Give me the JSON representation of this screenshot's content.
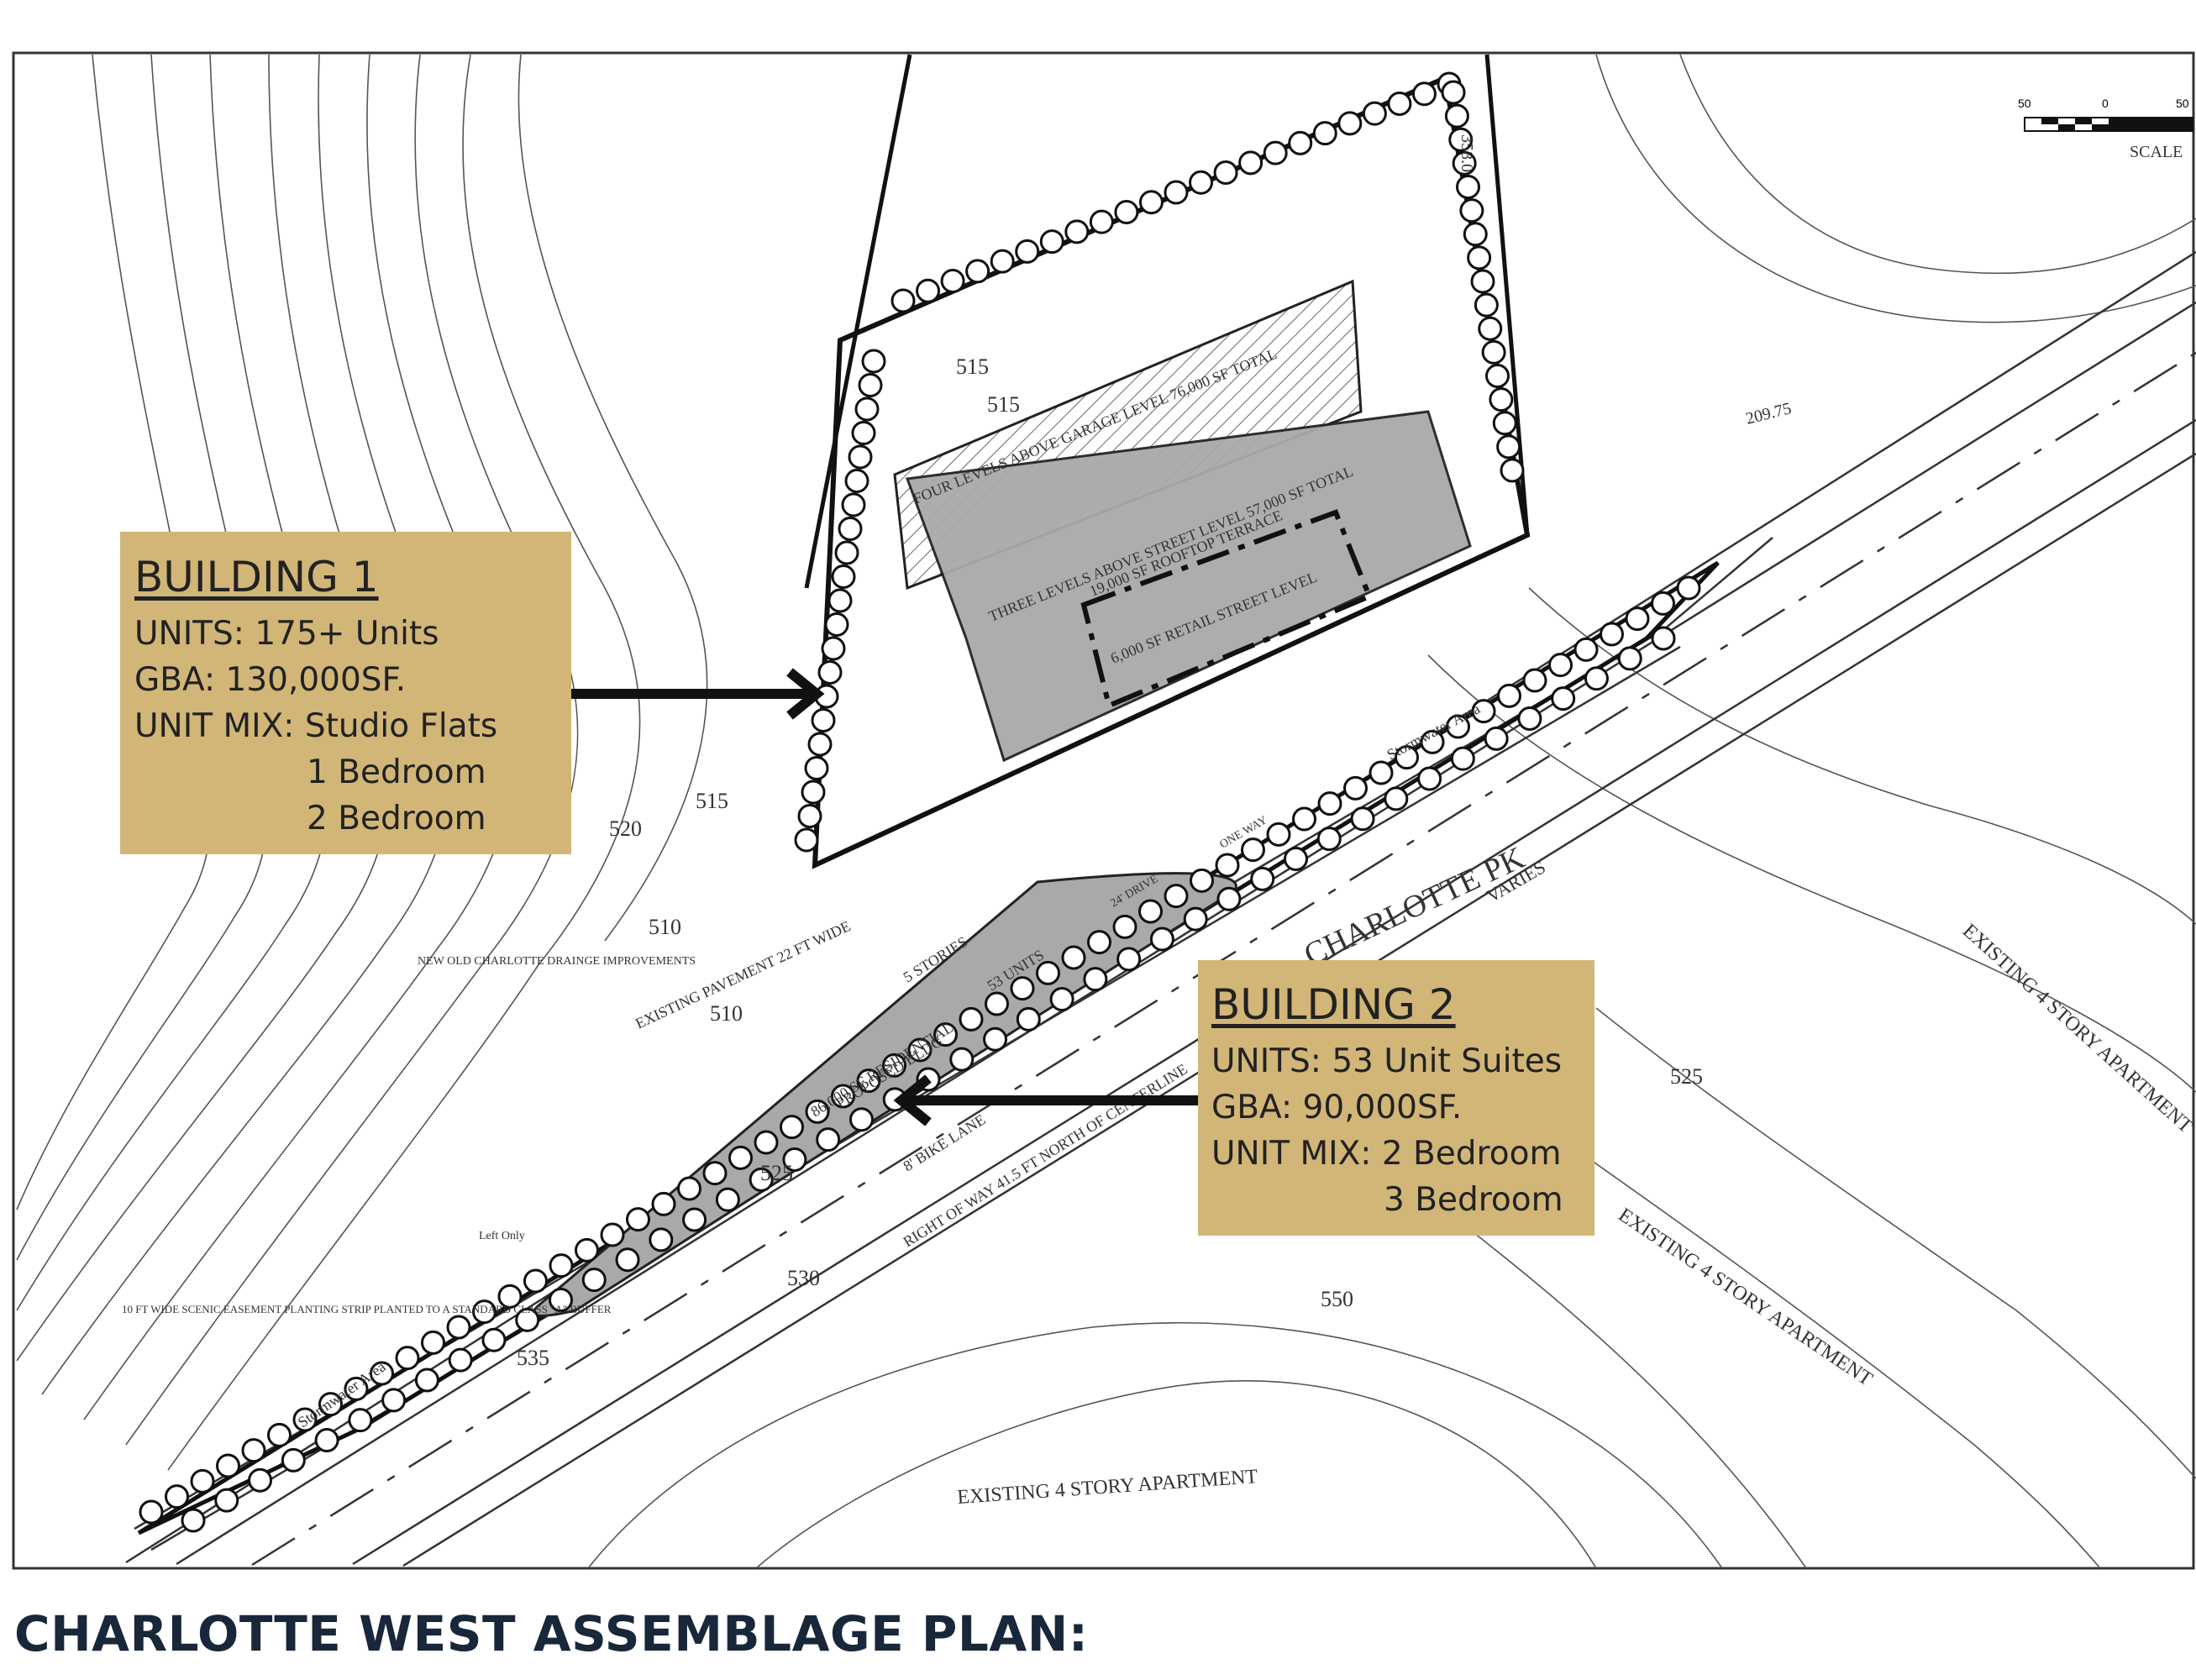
{
  "page_title": "CHARLOTTE WEST ASSEMBLAGE PLAN:",
  "buildings": [
    {
      "title": "BUILDING 1",
      "units": "UNITS: 175+ Units",
      "gba": "GBA: 130,000SF.",
      "unit_mix": [
        "UNIT MIX: Studio Flats",
        "1 Bedroom",
        "2 Bedroom"
      ]
    },
    {
      "title": "BUILDING 2",
      "units": "UNITS: 53 Unit Suites",
      "gba": "GBA: 90,000SF.",
      "unit_mix": [
        "UNIT MIX: 2 Bedroom",
        "3 Bedroom"
      ]
    }
  ],
  "plan_labels": {
    "garage_levels": "FOUR LEVELS ABOVE GARAGE LEVEL 76,000 SF TOTAL",
    "street_levels": "THREE LEVELS ABOVE STREET LEVEL 57,000 SF TOTAL",
    "rooftop": "19,000 SF ROOFTOP TERRACE",
    "retail": "6,000 SF RETAIL STREET LEVEL",
    "proposed_bldg": "PROPOSED BLDG",
    "residential": "86,000 SF RESIDENTIAL",
    "stories": "5 STORIES",
    "units": "53 UNITS",
    "existing_pavement": "EXISTING PAVEMENT 22 FT WIDE",
    "right_of_way": "RIGHT OF WAY 41.5 FT NORTH OF CENTERLINE",
    "bike_lane": "8' BIKE LANE",
    "road": "CHARLOTTE PK",
    "varies": "VARIES",
    "stormwater": "Stormwater Area",
    "stormwater_2": "Stormwater Area",
    "one_way": "ONE WAY",
    "drive": "24' DRIVE",
    "left_only": "Left Only",
    "drainage": "NEW OLD CHARLOTTE DRAINGE IMPROVEMENTS",
    "easement": "10 FT WIDE SCENIC EASEMENT PLANTING STRIP PLANTED TO A STANDARD CLASS \"A\" BUFFER",
    "apartment_1": "EXISTING 4 STORY APARTMENT",
    "apartment_2": "EXISTING 4 STORY APARTMENT",
    "apartment_3": "EXISTING 4 STORY APARTMENT",
    "scale": "SCALE",
    "bearing": "358.0",
    "distance": "209.75"
  },
  "contours": [
    "515",
    "520",
    "515",
    "510",
    "510",
    "525",
    "530",
    "535",
    "525",
    "550",
    "515"
  ],
  "scale_numbers": [
    "50",
    "0",
    "50"
  ],
  "colors": {
    "callout_fill": "#d2b677",
    "building_fill": "#a9a9a9",
    "line": "#222222",
    "title": "#18273a"
  }
}
